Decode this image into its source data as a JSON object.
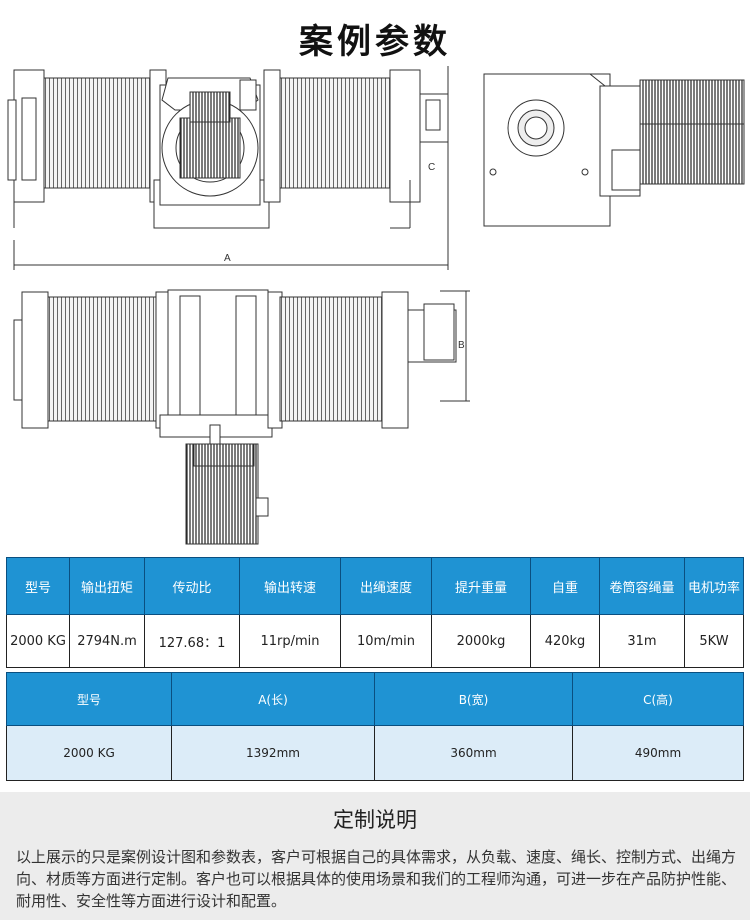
{
  "title": "案例参数",
  "dimension_labels": {
    "a": "A",
    "b": "B",
    "c": "C"
  },
  "spec_table": {
    "headers": [
      "型号",
      "输出扭矩",
      "传动比",
      "输出转速",
      "出绳速度",
      "提升重量",
      "自重",
      "卷筒容绳量",
      "电机功率"
    ],
    "row": [
      "2000 KG",
      "2794N.m",
      "127.68：1",
      "11rp/min",
      "10m/min",
      "2000kg",
      "420kg",
      "31m",
      "5KW"
    ]
  },
  "dimension_table": {
    "headers": [
      "型号",
      "A(长)",
      "B(宽)",
      "C(高)"
    ],
    "row": [
      "2000 KG",
      "1392mm",
      "360mm",
      "490mm"
    ]
  },
  "customization": {
    "title": "定制说明",
    "body": "以上展示的只是案例设计图和参数表，客户可根据自己的具体需求，从负载、速度、绳长、控制方式、出绳方向、材质等方面进行定制。客户也可以根据具体的使用场景和我们的工程师沟通，可进一步在产品防护性能、耐用性、安全性等方面进行设计和配置。"
  },
  "colors": {
    "header_blue": "#1f93d3",
    "light_blue": "#dcecf8",
    "note_bg": "#ececec"
  }
}
